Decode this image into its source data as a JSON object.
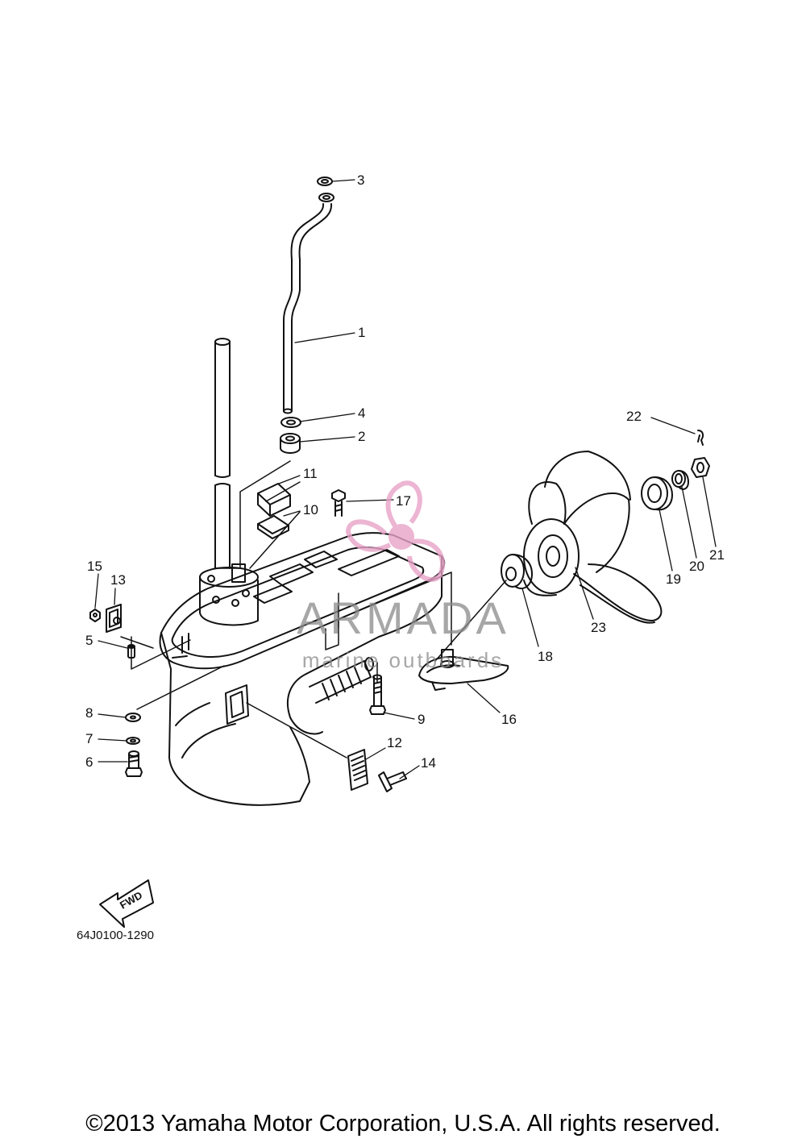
{
  "diagram": {
    "parts": [
      {
        "num": "1",
        "desc": "pipe"
      },
      {
        "num": "2",
        "desc": "grommet"
      },
      {
        "num": "3",
        "desc": "washer"
      },
      {
        "num": "4",
        "desc": "seal"
      },
      {
        "num": "5",
        "desc": "dowel pin"
      },
      {
        "num": "6",
        "desc": "bolt"
      },
      {
        "num": "7",
        "desc": "washer"
      },
      {
        "num": "8",
        "desc": "washer"
      },
      {
        "num": "9",
        "desc": "bolt"
      },
      {
        "num": "10",
        "desc": "plate"
      },
      {
        "num": "11",
        "desc": "rubber"
      },
      {
        "num": "12",
        "desc": "cover"
      },
      {
        "num": "13",
        "desc": "plate"
      },
      {
        "num": "14",
        "desc": "screw"
      },
      {
        "num": "15",
        "desc": "nut"
      },
      {
        "num": "16",
        "desc": "trim tab anode"
      },
      {
        "num": "17",
        "desc": "bolt"
      },
      {
        "num": "18",
        "desc": "spacer"
      },
      {
        "num": "19",
        "desc": "washer"
      },
      {
        "num": "20",
        "desc": "spacer"
      },
      {
        "num": "21",
        "desc": "nut"
      },
      {
        "num": "22",
        "desc": "cotter pin"
      },
      {
        "num": "23",
        "desc": "propeller"
      }
    ],
    "fwd_label": "FWD",
    "diagram_code": "64J0100-1290"
  },
  "watermark": {
    "name": "ARMADA",
    "tagline": "marine outboards",
    "color": "#e8a3c8"
  },
  "footer": {
    "copyright": "©2013 Yamaha Motor Corporation, U.S.A. All rights reserved."
  }
}
